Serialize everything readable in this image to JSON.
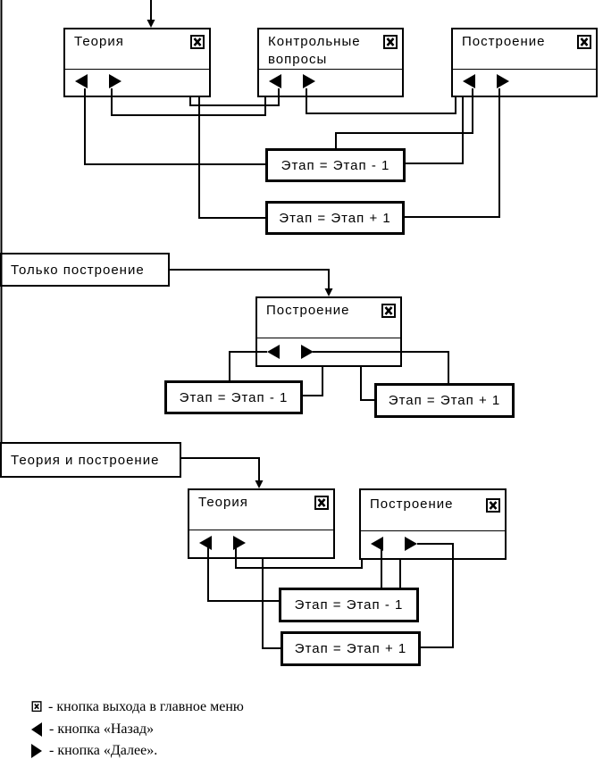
{
  "icons": {
    "close": "exit-to-main-menu-icon",
    "back": "back-triangle-icon",
    "next": "next-triangle-icon"
  },
  "sections": [
    {
      "mode_label": "",
      "windows": [
        {
          "title": "Теория"
        },
        {
          "title": "Контрольные вопросы"
        },
        {
          "title": "Построение"
        }
      ],
      "steps": {
        "minus": "Этап = Этап - 1",
        "plus": "Этап = Этап + 1"
      }
    },
    {
      "mode_label": "Только построение",
      "windows": [
        {
          "title": "Построение"
        }
      ],
      "steps": {
        "minus": "Этап = Этап - 1",
        "plus": "Этап = Этап + 1"
      }
    },
    {
      "mode_label": "Теория и построение",
      "windows": [
        {
          "title": "Теория"
        },
        {
          "title": "Построение"
        }
      ],
      "steps": {
        "minus": "Этап = Этап - 1",
        "plus": "Этап = Этап + 1"
      }
    }
  ],
  "legend": [
    {
      "icon": "close-icon",
      "text": "- кнопка выхода в главное меню"
    },
    {
      "icon": "back-triangle-icon",
      "text": "- кнопка «Назад»"
    },
    {
      "icon": "next-triangle-icon",
      "text": "- кнопка «Далее»."
    }
  ]
}
